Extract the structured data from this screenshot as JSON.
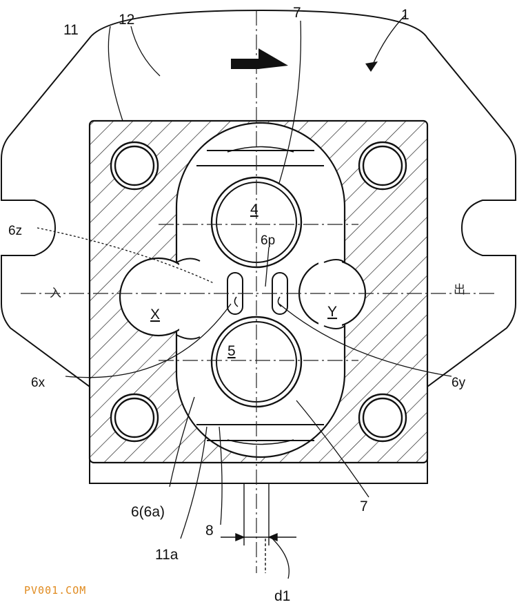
{
  "labels": {
    "n1": "1",
    "n4": "4",
    "n5": "5",
    "n7a": "7",
    "n7b": "7",
    "n8": "8",
    "n11": "11",
    "n11a": "11a",
    "n12": "12",
    "n6a": "6(6a)",
    "n6p": "6p",
    "n6x": "6x",
    "n6y": "6y",
    "n6z": "6z",
    "x": "X",
    "y": "Y",
    "d1": "d1",
    "inlet": "入",
    "outlet": "出"
  },
  "watermark": "PV001.COM",
  "colors": {
    "ink": "#111111",
    "watermark": "#e08a1e"
  }
}
